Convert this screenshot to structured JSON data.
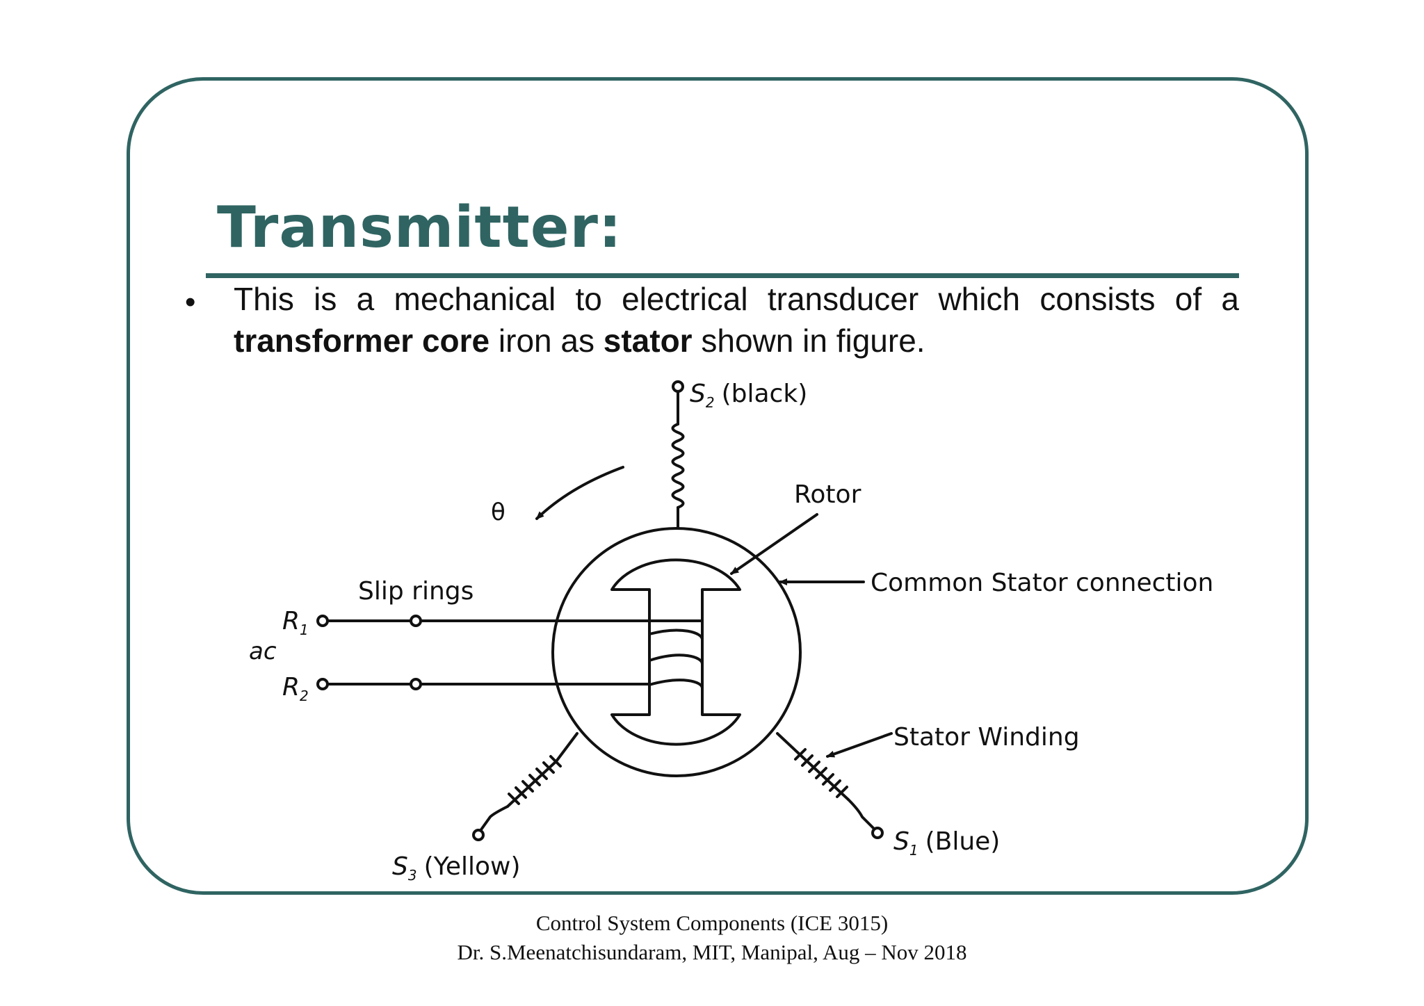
{
  "slide": {
    "title": "Transmitter:",
    "bullet": "•",
    "para": {
      "t1": "This is a mechanical to electrical transducer which consists of a ",
      "b1": "transformer core",
      "t2": " iron as ",
      "b2": "stator",
      "t3": " shown in figure."
    }
  },
  "diagram": {
    "labels": {
      "s2": "S",
      "s2_sub": "2",
      "s2_color": "(black)",
      "theta": "θ",
      "rotor": "Rotor",
      "common": "Common Stator connection",
      "slip_rings": "Slip rings",
      "r1": "R",
      "r1_sub": "1",
      "ac": "ac",
      "r2": "R",
      "r2_sub": "2",
      "stator_winding": "Stator Winding",
      "s1": "S",
      "s1_sub": "1",
      "s1_color": "(Blue)",
      "s3": "S",
      "s3_sub": "3",
      "s3_color": "(Yellow)"
    }
  },
  "footer": {
    "line1": "Control System Components (ICE 3015)",
    "line2": "Dr. S.Meenatchisundaram, MIT, Manipal, Aug – Nov 2018"
  },
  "colors": {
    "accent": "#2f6462",
    "text": "#111111"
  }
}
